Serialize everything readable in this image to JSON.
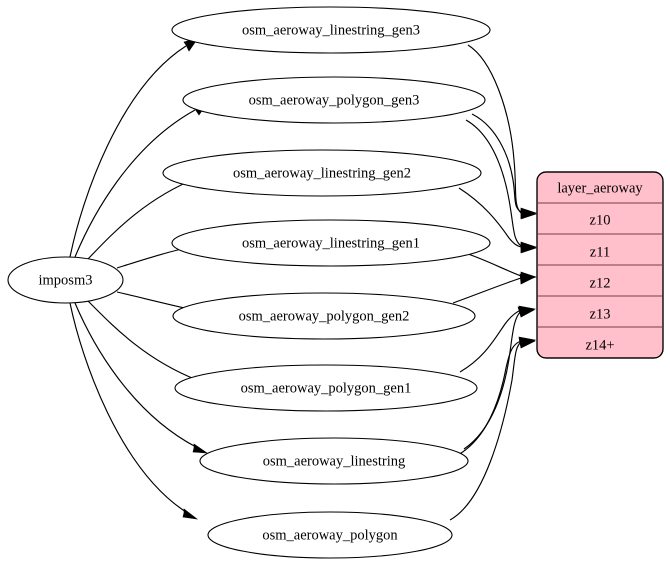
{
  "diagram": {
    "type": "directed-graph",
    "title": "imposm3 aeroway layer dependency graph",
    "source": {
      "id": "imposm3",
      "label": "imposm3",
      "shape": "ellipse"
    },
    "tables": [
      {
        "id": "layer_aeroway",
        "header": "layer_aeroway",
        "fill": "#ffc0cb",
        "border": "#000000",
        "row_border": "#7a3b46",
        "rows": [
          {
            "id": "z10",
            "label": "z10"
          },
          {
            "id": "z11",
            "label": "z11"
          },
          {
            "id": "z12",
            "label": "z12"
          },
          {
            "id": "z13",
            "label": "z13"
          },
          {
            "id": "z14",
            "label": "z14+"
          }
        ]
      }
    ],
    "nodes": [
      {
        "id": "osm_aeroway_linestring_gen3",
        "label": "osm_aeroway_linestring_gen3"
      },
      {
        "id": "osm_aeroway_polygon_gen3",
        "label": "osm_aeroway_polygon_gen3"
      },
      {
        "id": "osm_aeroway_linestring_gen2",
        "label": "osm_aeroway_linestring_gen2"
      },
      {
        "id": "osm_aeroway_linestring_gen1",
        "label": "osm_aeroway_linestring_gen1"
      },
      {
        "id": "osm_aeroway_polygon_gen2",
        "label": "osm_aeroway_polygon_gen2"
      },
      {
        "id": "osm_aeroway_polygon_gen1",
        "label": "osm_aeroway_polygon_gen1"
      },
      {
        "id": "osm_aeroway_linestring",
        "label": "osm_aeroway_linestring"
      },
      {
        "id": "osm_aeroway_polygon",
        "label": "osm_aeroway_polygon"
      }
    ],
    "edges": [
      {
        "from": "imposm3",
        "to": "osm_aeroway_linestring_gen3"
      },
      {
        "from": "imposm3",
        "to": "osm_aeroway_polygon_gen3"
      },
      {
        "from": "imposm3",
        "to": "osm_aeroway_linestring_gen2"
      },
      {
        "from": "imposm3",
        "to": "osm_aeroway_linestring_gen1"
      },
      {
        "from": "imposm3",
        "to": "osm_aeroway_polygon_gen2"
      },
      {
        "from": "imposm3",
        "to": "osm_aeroway_polygon_gen1"
      },
      {
        "from": "imposm3",
        "to": "osm_aeroway_linestring"
      },
      {
        "from": "imposm3",
        "to": "osm_aeroway_polygon"
      },
      {
        "from": "osm_aeroway_linestring_gen3",
        "to": "layer_aeroway:z10"
      },
      {
        "from": "osm_aeroway_polygon_gen3",
        "to": "layer_aeroway:z10"
      },
      {
        "from": "osm_aeroway_polygon_gen3",
        "to": "layer_aeroway:z11"
      },
      {
        "from": "osm_aeroway_linestring_gen2",
        "to": "layer_aeroway:z11"
      },
      {
        "from": "osm_aeroway_linestring_gen1",
        "to": "layer_aeroway:z12"
      },
      {
        "from": "osm_aeroway_polygon_gen2",
        "to": "layer_aeroway:z12"
      },
      {
        "from": "osm_aeroway_polygon_gen1",
        "to": "layer_aeroway:z13"
      },
      {
        "from": "osm_aeroway_linestring",
        "to": "layer_aeroway:z13"
      },
      {
        "from": "osm_aeroway_linestring",
        "to": "layer_aeroway:z14"
      },
      {
        "from": "osm_aeroway_polygon",
        "to": "layer_aeroway:z14"
      }
    ]
  }
}
